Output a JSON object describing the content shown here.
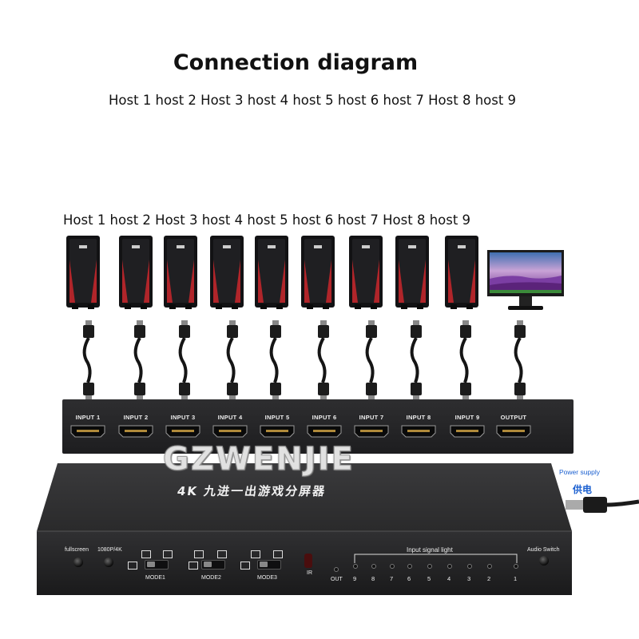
{
  "title": "Connection diagram",
  "subtitle": "Host 1 host 2 Host 3 host 4 host 5 host 6 host 7 Host 8 host 9",
  "host_row": "Host 1 host 2 Host 3 host 4 host 5 host 6 host 7 Host 8 host 9",
  "ports": [
    "INPUT 1",
    "INPUT 2",
    "INPUT 3",
    "INPUT 4",
    "INPUT 5",
    "INPUT 6",
    "INPUT 7",
    "INPUT 8",
    "INPUT 9",
    "OUTPUT"
  ],
  "watermark": "GZWENJIE",
  "device": {
    "title": "4K 九进一出游戏分屏器",
    "power_supply": "Power supply",
    "power_cn": "供电",
    "fullscreen": "fullscreen",
    "res": "1080P/4K",
    "mode1": "MODE1",
    "mode2": "MODE2",
    "mode3": "MODE3",
    "ir": "IR",
    "out": "OUT",
    "input_signal": "Input signal light",
    "audio_switch": "Audio Switch",
    "led_numbers": [
      "9",
      "8",
      "7",
      "6",
      "5",
      "4",
      "3",
      "2",
      "1"
    ]
  },
  "colors": {
    "device_body": "#2a2a2c",
    "accent_blue": "#1a5fd0",
    "pc_red": "#b0252a"
  }
}
